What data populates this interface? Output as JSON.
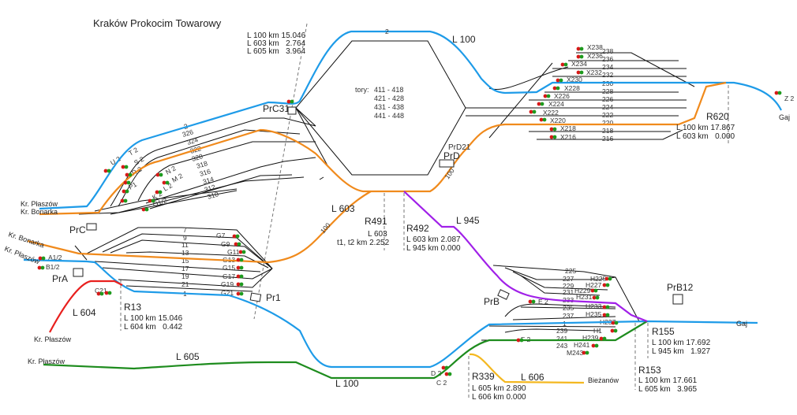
{
  "title": "Kraków Prokocim Towarowy",
  "colors": {
    "L100": "#1e9be8",
    "L603": "#f08a1c",
    "L604": "#e8201e",
    "L605": "#1e8c1e",
    "L945": "#a020e8",
    "L606": "#f4b820",
    "other_tracks": "#111111",
    "signal_red": "#d81818",
    "signal_green": "#1e9a1e"
  },
  "line_labels": {
    "l100_top": "L 100",
    "l100_bottom": "L 100",
    "l603": "L 603",
    "l604": "L 604",
    "l605": "L 605",
    "l945": "L 945",
    "l606": "L 606"
  },
  "endpoints": {
    "kr_plaszow_top": "Kr. Płaszów",
    "kr_bonarka_top": "Kr. Bonarka",
    "kr_bonarka_mid": "Kr. Bonarka",
    "kr_plaszow_mid": "Kr. Płaszów",
    "kr_plaszow_l604": "Kr. Płaszów",
    "kr_plaszow_l605": "Kr. Płaszów",
    "gaj_top": "Gaj",
    "gaj_bottom": "Gaj",
    "biezanow": "Bieżanów"
  },
  "km_posts": {
    "top_left": {
      "lines": [
        "L 100 km 15.046",
        "L 603 km   2.764",
        "L 605 km   3.964"
      ]
    },
    "R13": {
      "name": "R13",
      "lines": [
        "L 100 km 15.046",
        "L 604 km   0.442"
      ]
    },
    "R491": {
      "name": "R491",
      "lines": [
        "L 603",
        "t1, t2 km 2.252"
      ]
    },
    "R492": {
      "name": "R492",
      "lines": [
        "L 603 km 2.087",
        "L 945 km 0.000"
      ]
    },
    "R620": {
      "name": "R620",
      "lines": [
        "L 100 km 17.867",
        "L 603 km   0.000"
      ]
    },
    "R155": {
      "name": "R155",
      "lines": [
        "L 100 km 17.692",
        "L 945 km   1.927"
      ]
    },
    "R153": {
      "name": "R153",
      "lines": [
        "L 100 km 17.661",
        "L 605 km   3.965"
      ]
    },
    "R339": {
      "name": "R339",
      "lines": [
        "L 605 km 2.890",
        "L 606 km 0.000"
      ]
    }
  },
  "signal_boxes": {
    "PrC31": "PrC31",
    "PrC": "PrC",
    "PrA": "PrA",
    "Pr1": "Pr1",
    "PrD21": "PrD21",
    "PrD": "PrD",
    "PrB": "PrB",
    "PrB12": "PrB12"
  },
  "hump_yard": {
    "label": "tory:",
    "groups": [
      "411 - 418",
      "421 - 428",
      "431 - 438",
      "441 - 448"
    ]
  },
  "group_C": {
    "tracks": [
      "2",
      "326",
      "324",
      "322",
      "320",
      "318",
      "316",
      "314",
      "312",
      "310"
    ],
    "signals": [
      "U 2",
      "T 2",
      "S 2",
      "R 2",
      "P1",
      "N 2",
      "M 2",
      "L 2",
      "K 2",
      "O1/2"
    ]
  },
  "group_A": {
    "tracks": [
      "7",
      "9",
      "11",
      "13",
      "15",
      "17",
      "19",
      "21",
      "1"
    ],
    "signals": [
      "G7",
      "G9",
      "G11",
      "G13",
      "G15",
      "G17",
      "G19",
      "G21"
    ],
    "entry_signals": [
      "A1/2",
      "B1/2",
      "C21"
    ]
  },
  "group_X": {
    "tracks": [
      "238",
      "236",
      "234",
      "232",
      "230",
      "228",
      "226",
      "224",
      "222",
      "220",
      "218",
      "216"
    ],
    "signals": [
      "X238",
      "X236",
      "X234",
      "X232",
      "X230",
      "X228",
      "X226",
      "X224",
      "X222",
      "X220",
      "X218",
      "X216"
    ],
    "gaj_signal": "Z 2"
  },
  "group_B": {
    "tracks": [
      "225",
      "227",
      "229",
      "231",
      "233",
      "235",
      "237",
      "1",
      "239",
      "241",
      "243"
    ],
    "signals": [
      "H225",
      "H227",
      "H229",
      "H231",
      "H233",
      "H235",
      "H237",
      "H1",
      "H239",
      "H241",
      "M243"
    ],
    "entry_signals": [
      "E 2",
      "F 2",
      "D 2",
      "C 2"
    ]
  },
  "misc": {
    "track_2_top": "2",
    "speed_100_a": "100",
    "speed_100_b": "100"
  }
}
